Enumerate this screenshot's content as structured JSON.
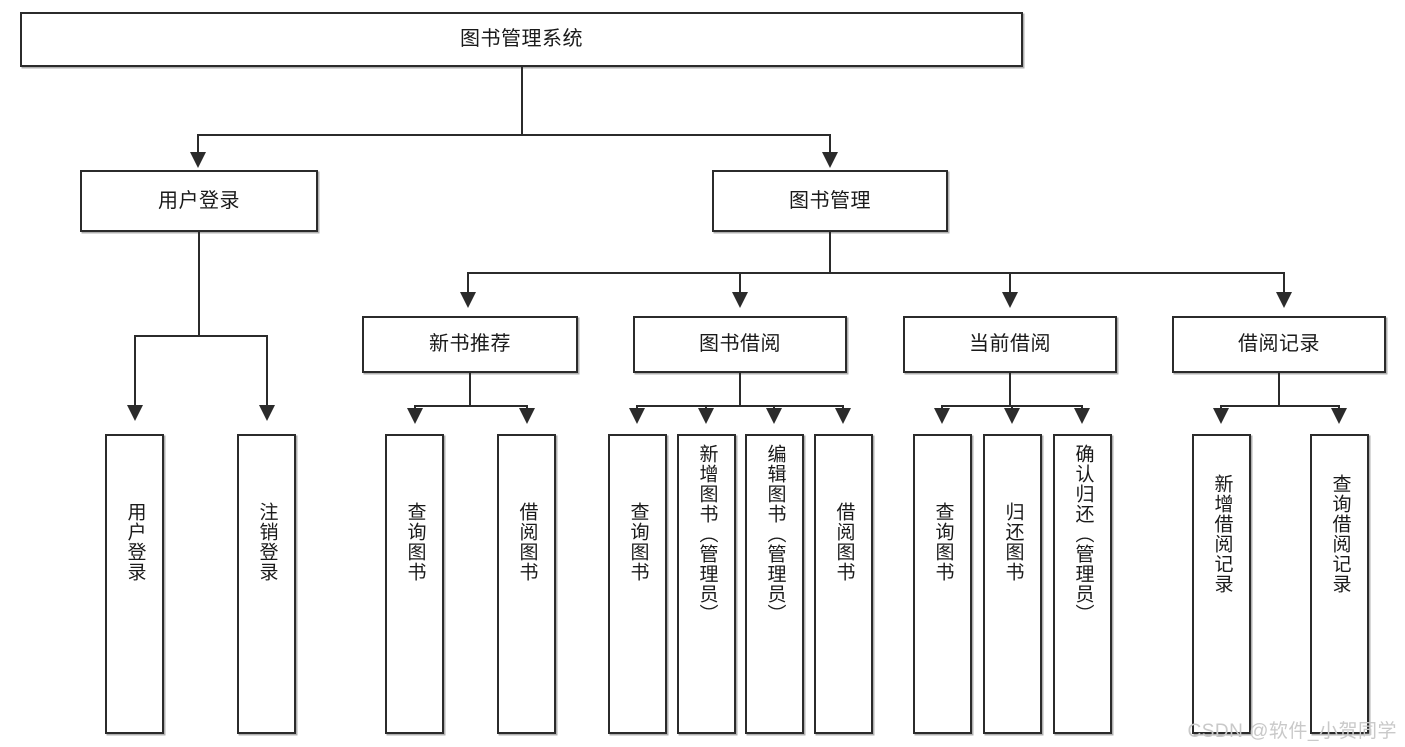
{
  "diagram": {
    "title": "图书管理系统",
    "type": "hierarchy-tree",
    "watermark": "CSDN @软件_小贺同学",
    "colors": {
      "background": "#ffffff",
      "box_border": "#2b2b2b",
      "box_fill": "#ffffff",
      "connector": "#2b2b2b",
      "watermark": "#c9c9c9"
    },
    "root": {
      "label": "图书管理系统"
    },
    "level2": [
      {
        "label": "用户登录"
      },
      {
        "label": "图书管理"
      }
    ],
    "level3": [
      {
        "label": "新书推荐"
      },
      {
        "label": "图书借阅"
      },
      {
        "label": "当前借阅"
      },
      {
        "label": "借阅记录"
      }
    ],
    "leaves": {
      "user_login": [
        {
          "label": "用户登录"
        },
        {
          "label": "注销登录"
        }
      ],
      "new_book": [
        {
          "label": "查询图书"
        },
        {
          "label": "借阅图书"
        }
      ],
      "book_borrow": [
        {
          "label": "查询图书"
        },
        {
          "label": "新增图书（管理员）"
        },
        {
          "label": "编辑图书（管理员）"
        },
        {
          "label": "借阅图书"
        }
      ],
      "current_borrow": [
        {
          "label": "查询图书"
        },
        {
          "label": "归还图书"
        },
        {
          "label": "确认归还（管理员）"
        }
      ],
      "borrow_record": [
        {
          "label": "新增借阅记录"
        },
        {
          "label": "查询借阅记录"
        }
      ]
    }
  }
}
